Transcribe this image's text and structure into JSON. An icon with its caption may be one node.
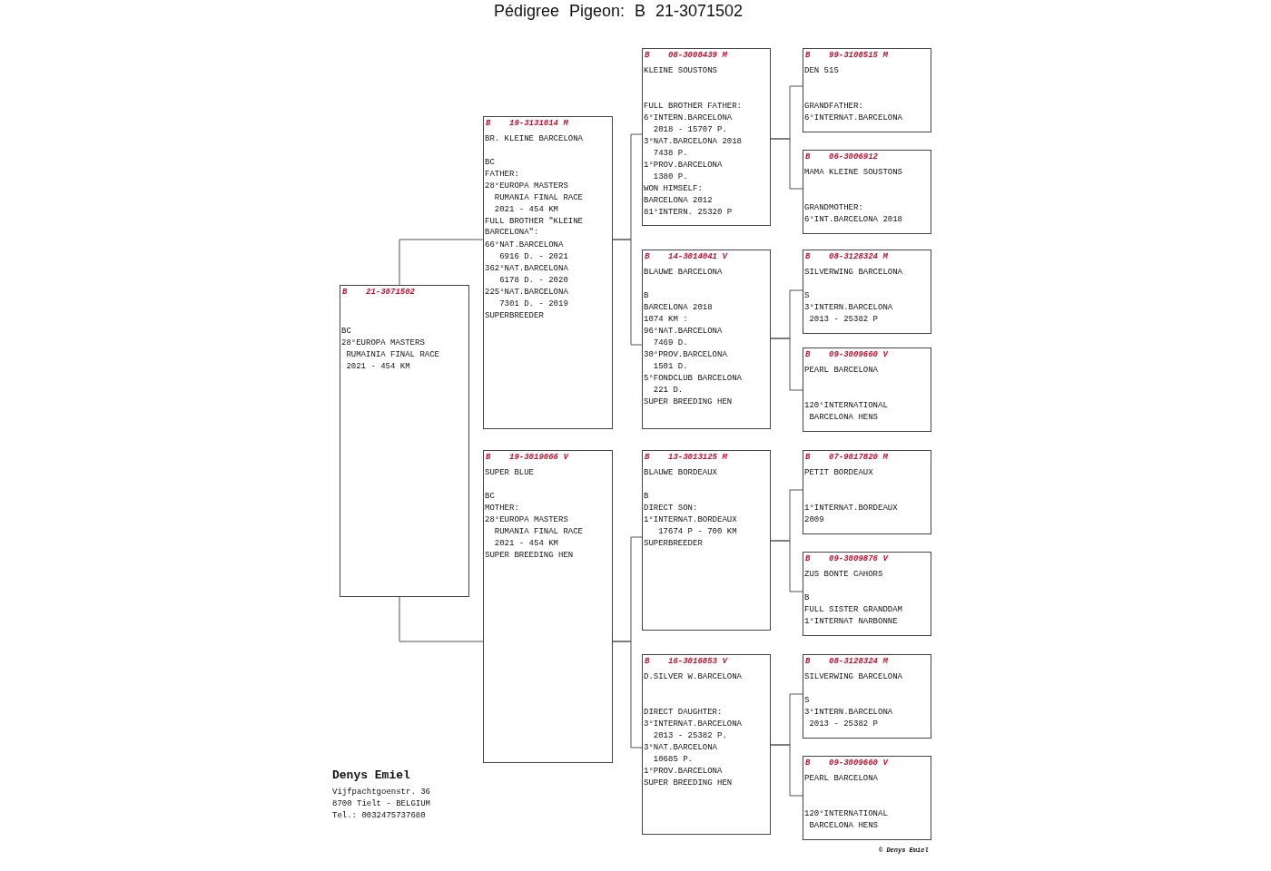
{
  "diagram": {
    "title": "Pédigree Pigeon: B 21-3071502",
    "nodes": [
      {
        "text": [
          "B",
          "21-3071502",
          "BC",
          "28°EUROPA MASTERS",
          "RUMAINIA FINAL RACE",
          "2021 - 454 KM"
        ]
      },
      {
        "text": [
          "B",
          "19-3131014 M",
          "BR. KLEINE BARCELONA",
          "BC",
          "FATHER:",
          "28°EUROPA MASTERS",
          "RUMANIA FINAL RACE",
          "2021 - 454 KM",
          "FULL BROTHER \"KLEINE BARCELONA\":",
          "66°NAT.BARCELONA",
          "6916 D. - 2021",
          "362°NAT.BARCELONA",
          "6178 D. - 2020",
          "225°NAT.BARCELONA",
          "7301 D. - 2019",
          "SUPERBREEDER"
        ]
      },
      {
        "text": [
          "B",
          "19-3019066 V",
          "SUPER BLUE",
          "BC",
          "MOTHER:",
          "28°EUROPA MASTERS",
          "RUMANIA FINAL RACE",
          "2021 - 454 KM",
          "SUPER BREEDING HEN"
        ]
      },
      {
        "text": [
          "B",
          "08-3008439 M",
          "KLEINE SOUSTONS",
          "FULL BROTHER FATHER:",
          "6°INTERN.BARCELONA",
          "2018 - 15707 P.",
          "3°NAT.BARCELONA 2018",
          "7438 P.",
          "1°PROV.BARCELONA",
          "1380 P.",
          "WON HIMSELF:",
          "BARCELONA 2012",
          "81°INTERN. 25320 P"
        ]
      },
      {
        "text": [
          "B",
          "14-3014041 V",
          "BLAUWE BARCELONA",
          "B",
          "BARCELONA 2018",
          "1074 KM :",
          "96°NAT.BARCELONA",
          "7469 D.",
          "30°PROV.BARCELONA",
          "1501 D.",
          "5°FONDCLUB BARCELONA",
          "221 D.",
          "SUPER BREEDING HEN"
        ]
      },
      {
        "text": [
          "B",
          "13-3013125 M",
          "BLAUWE BORDEAUX",
          "B",
          "DIRECT SON:",
          "1°INTERNAT.BORDEAUX",
          "17674 P - 700 KM",
          "SUPERBREEDER"
        ]
      },
      {
        "text": [
          "B",
          "16-3016853 V",
          "D.SILVER W.BARCELONA",
          "DIRECT DAUGHTER:",
          "3°INTERNAT.BARCELONA",
          "2013 - 25382 P.",
          "3°NAT.BARCELONA",
          "10685 P.",
          "1°PROV.BARCELONA",
          "SUPER BREEDING HEN"
        ]
      },
      {
        "text": [
          "B",
          "99-3108515 M",
          "DEN 515",
          "GRANDFATHER:",
          "6°INTERNAT.BARCELONA"
        ]
      },
      {
        "text": [
          "B",
          "06-3006912",
          "MAMA KLEINE SOUSTONS",
          "GRANDMOTHER:",
          "6°INT.BARCELONA 2018"
        ]
      },
      {
        "text": [
          "B",
          "08-3128324 M",
          "SILVERWING BARCELONA",
          "S",
          "3°INTERN.BARCELONA",
          "2013 - 25382 P"
        ]
      },
      {
        "text": [
          "B",
          "09-3009660 V",
          "PEARL BARCELONA",
          "120°INTERNATIONAL",
          "BARCELONA HENS"
        ]
      },
      {
        "text": [
          "B",
          "07-9017820 M",
          "PETIT BORDEAUX",
          "1°INTERNAT.BORDEAUX",
          "2009"
        ]
      },
      {
        "text": [
          "B",
          "09-3009876 V",
          "ZUS BONTE CAHORS",
          "B",
          "FULL SISTER GRANDDAM",
          "1°INTERNAT NARBONNE"
        ]
      },
      {
        "text": [
          "B",
          "08-3128324 M",
          "SILVERWING BARCELONA",
          "S",
          "3°INTERN.BARCELONA",
          "2013 - 25382 P"
        ]
      },
      {
        "text": [
          "B",
          "09-3009660 V",
          "PEARL BARCELONA",
          "120°INTERNATIONAL",
          "BARCELONA HENS"
        ]
      }
    ],
    "edges": [
      {
        "from": 0,
        "to": 1,
        "arrow": "none"
      },
      {
        "from": 0,
        "to": 2,
        "arrow": "none"
      },
      {
        "from": 1,
        "to": 3,
        "arrow": "none"
      },
      {
        "from": 1,
        "to": 4,
        "arrow": "none"
      },
      {
        "from": 2,
        "to": 5,
        "arrow": "none"
      },
      {
        "from": 2,
        "to": 6,
        "arrow": "none"
      },
      {
        "from": 3,
        "to": 7,
        "arrow": "none"
      },
      {
        "from": 3,
        "to": 8,
        "arrow": "none"
      },
      {
        "from": 4,
        "to": 9,
        "arrow": "none"
      },
      {
        "from": 4,
        "to": 10,
        "arrow": "none"
      },
      {
        "from": 5,
        "to": 11,
        "arrow": "none"
      },
      {
        "from": 5,
        "to": 12,
        "arrow": "none"
      },
      {
        "from": 6,
        "to": 13,
        "arrow": "none"
      },
      {
        "from": 6,
        "to": 14,
        "arrow": "none"
      }
    ],
    "labels": [
      "Denys Emiel",
      "Vijfpachtgoenstr. 36",
      "8700 Tielt - BELGIUM",
      "Tel.: 0032475737680",
      "© Denys Emiel"
    ]
  }
}
